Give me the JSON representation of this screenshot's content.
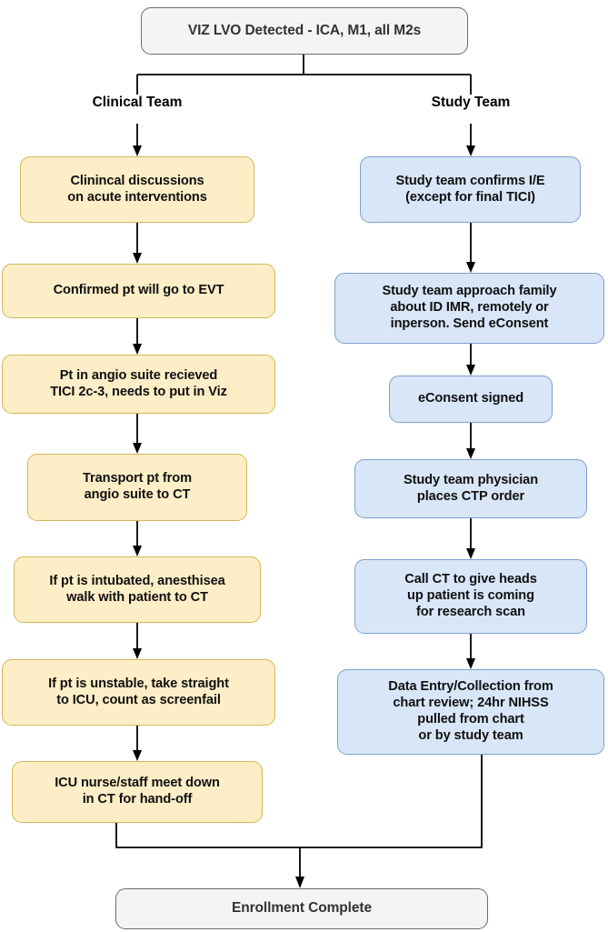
{
  "diagram": {
    "title_node": {
      "label": "VIZ LVO Detected - ICA, M1, all M2s",
      "kind": "terminal",
      "fill": "#f4f4f4",
      "border": "#6b6b6b"
    },
    "end_node": {
      "label": "Enrollment Complete",
      "kind": "terminal",
      "fill": "#f4f4f4",
      "border": "#6b6b6b"
    },
    "lanes": [
      {
        "name": "clinical",
        "label": "Clinical Team",
        "fill": "#fdeec7",
        "border": "#d6b656",
        "steps": [
          {
            "label": "Clinincal discussions\non acute interventions"
          },
          {
            "label": "Confirmed pt will go to EVT"
          },
          {
            "label": "Pt in angio suite recieved\nTICI 2c-3, needs to put in Viz"
          },
          {
            "label": "Transport pt from\nangio suite to CT"
          },
          {
            "label": "If pt is intubated, anesthisea\nwalk with patient to CT"
          },
          {
            "label": "If pt is unstable, take straight\nto ICU, count as screenfail"
          },
          {
            "label": "ICU nurse/staff meet down\nin CT for hand-off"
          }
        ]
      },
      {
        "name": "study",
        "label": "Study Team",
        "fill": "#d9e6f8",
        "border": "#7d9fcb",
        "steps": [
          {
            "label": "Study team confirms I/E\n(except for final TICI)"
          },
          {
            "label": "Study team approach family\nabout ID IMR, remotely or\ninperson. Send eConsent"
          },
          {
            "label": "eConsent signed"
          },
          {
            "label": "Study team physician\nplaces CTP order"
          },
          {
            "label": "Call CT to give heads\nup patient is coming\nfor research scan"
          },
          {
            "label": "Data Entry/Collection from\nchart review; 24hr NIHSS\npulled from chart\nor by study team"
          }
        ]
      }
    ]
  }
}
